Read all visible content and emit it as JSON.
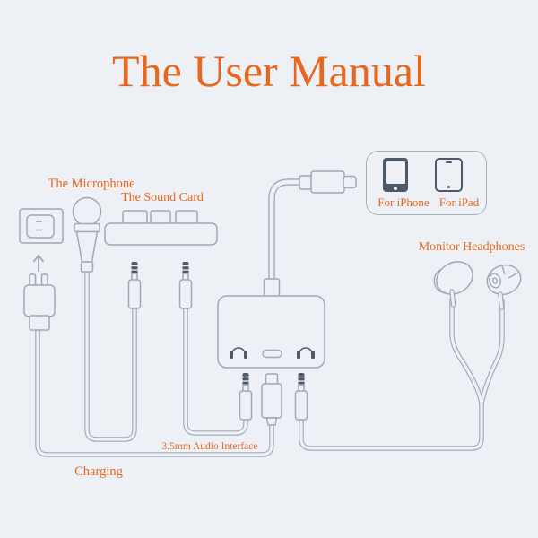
{
  "title": "The User Manual",
  "labels": {
    "microphone": "The Microphone",
    "sound_card": "The Sound Card",
    "monitor_headphones": "Monitor Headphones",
    "audio_interface": "3.5mm Audio Interface",
    "charging": "Charging"
  },
  "device_box": {
    "for_iphone": "For iPhone",
    "for_ipad": "For iPad"
  },
  "colors": {
    "background": "#edf1f5",
    "accent_orange": "#e9671d",
    "line_art": "#9da9b6",
    "dark_accent": "#4d5966"
  },
  "icons": {
    "iphone-icon": "smartphone silhouette",
    "ipad-icon": "tablet outline",
    "headphone-port-icon": "headphone arc symbol",
    "lightning-port-icon": "lightning port pill",
    "up-arrow-icon": "arrow pointing up to wall outlet"
  }
}
